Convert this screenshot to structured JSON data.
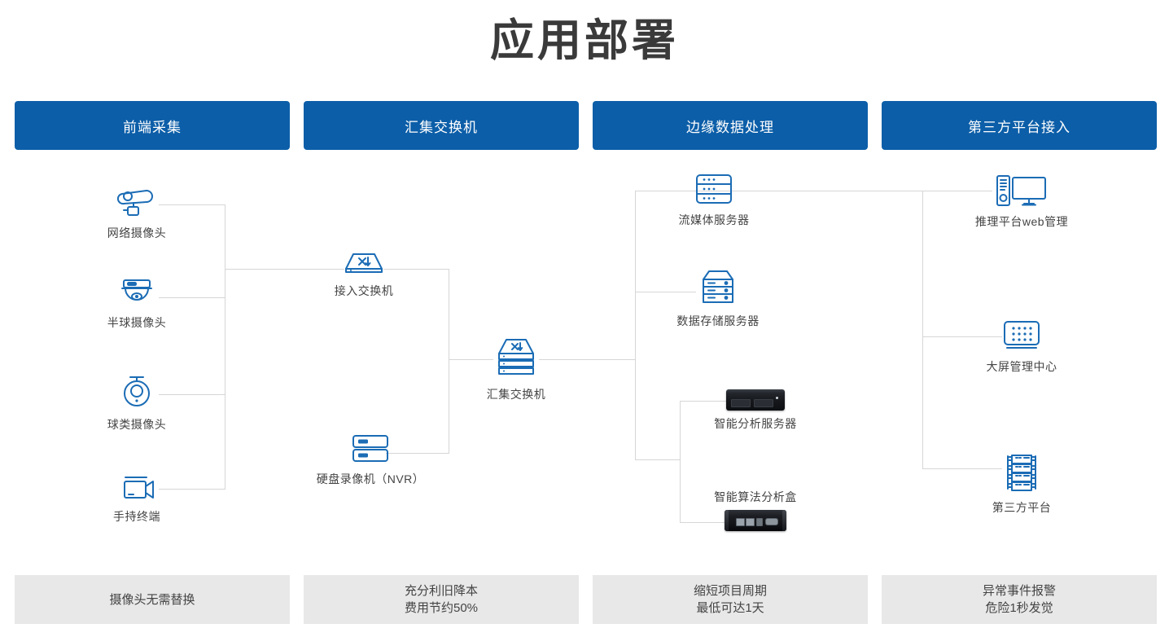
{
  "page": {
    "title": "应用部署",
    "accent_color": "#0c5ea8",
    "line_color": "#d6d6d6",
    "footer_bg": "#e8e8e8",
    "icon_color": "#1b6cb5"
  },
  "columns": [
    {
      "header": "前端采集",
      "footer_line1": "摄像头无需替换",
      "footer_line2": ""
    },
    {
      "header": "汇集交换机",
      "footer_line1": "充分利旧降本",
      "footer_line2": "费用节约50%"
    },
    {
      "header": "边缘数据处理",
      "footer_line1": "缩短项目周期",
      "footer_line2": "最低可达1天"
    },
    {
      "header": "第三方平台接入",
      "footer_line1": "异常事件报警",
      "footer_line2": "危险1秒发觉"
    }
  ],
  "nodes": {
    "ip_camera": "网络摄像头",
    "dome_camera": "半球摄像头",
    "ptz_camera": "球类摄像头",
    "handheld": "手持终端",
    "access_switch": "接入交换机",
    "nvr": "硬盘录像机（NVR）",
    "aggregation_switch": "汇集交换机",
    "streaming_server": "流媒体服务器",
    "storage_server": "数据存储服务器",
    "analysis_server": "智能分析服务器",
    "algorithm_box": "智能算法分析盒",
    "web_platform": "推理平台web管理",
    "video_wall": "大屏管理中心",
    "third_party": "第三方平台"
  },
  "icons": {
    "ip_camera": "bullet-camera-icon",
    "dome_camera": "dome-camera-icon",
    "ptz_camera": "ptz-camera-icon",
    "handheld": "camcorder-icon",
    "access_switch": "network-switch-icon",
    "nvr": "nvr-icon",
    "aggregation_switch": "stacked-switch-icon",
    "streaming_server": "rack-server-icon",
    "storage_server": "storage-server-icon",
    "analysis_server": "rackmount-appliance-photo",
    "algorithm_box": "edge-ai-box-photo",
    "web_platform": "desktop-computer-icon",
    "video_wall": "video-wall-icon",
    "third_party": "server-rack-icon"
  }
}
